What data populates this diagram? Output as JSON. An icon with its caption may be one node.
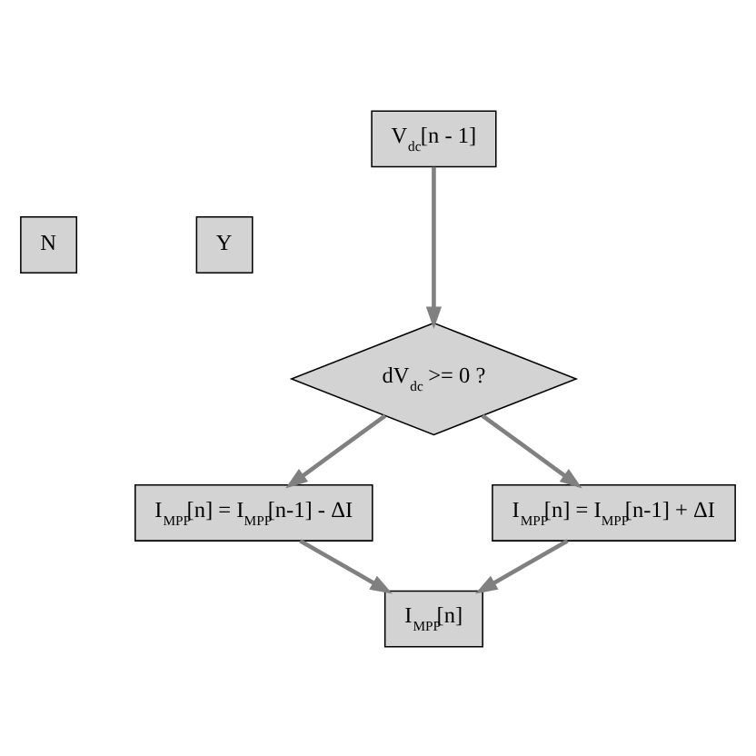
{
  "diagram": {
    "nodes": [
      {
        "text": [
          "V$_{dc}$[n - 1]"
        ]
      },
      {
        "text": [
          "N"
        ]
      },
      {
        "text": [
          "Y"
        ]
      },
      {
        "text": [
          "dV$_{dc}$ >= 0 ?"
        ]
      },
      {
        "text": [
          "I$_{MPP}$[n] = I$_{MPP}$[n-1] - ΔI"
        ]
      },
      {
        "text": [
          "I$_{MPP}$[n] = I$_{MPP}$[n-1] + ΔI"
        ]
      },
      {
        "text": [
          "I$_{MPP}$[n]"
        ]
      }
    ],
    "edges": [
      {
        "from": 0,
        "to": 3,
        "arrow": "to"
      },
      {
        "from": 3,
        "to": 4,
        "arrow": "to"
      },
      {
        "from": 3,
        "to": 5,
        "arrow": "to"
      },
      {
        "from": 4,
        "to": 6,
        "arrow": "to"
      },
      {
        "from": 5,
        "to": 6,
        "arrow": "to"
      }
    ]
  }
}
